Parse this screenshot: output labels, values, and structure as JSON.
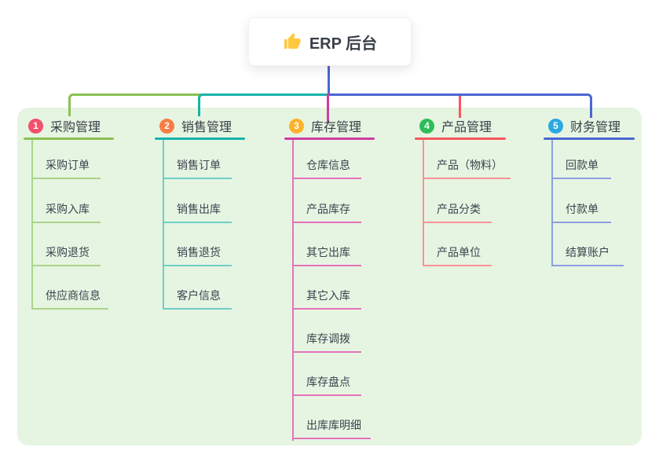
{
  "root": {
    "label": "ERP 后台",
    "icon": "thumbs-up"
  },
  "colors": {
    "root_stem": "#4A67D3",
    "panel_bg": "#E6F5E2",
    "text": "#3C434E",
    "thumb_icon": "#FFC83D"
  },
  "branches": [
    {
      "num": "1",
      "label": "采购管理",
      "line_color": "#8CC152",
      "child_line_color": "#ABD489",
      "badge_color": "#F1516B",
      "children": [
        "采购订单",
        "采购入库",
        "采购退货",
        "供应商信息"
      ]
    },
    {
      "num": "2",
      "label": "销售管理",
      "line_color": "#17B3AB",
      "child_line_color": "#6FCEC7",
      "badge_color": "#F97C45",
      "children": [
        "销售订单",
        "销售出库",
        "销售退货",
        "客户信息"
      ]
    },
    {
      "num": "3",
      "label": "库存管理",
      "line_color": "#CE3E9F",
      "child_line_color": "#E573BD",
      "badge_color": "#FBB32B",
      "children": [
        "仓库信息",
        "产品库存",
        "其它出库",
        "其它入库",
        "库存调拨",
        "库存盘点",
        "出库库明细"
      ]
    },
    {
      "num": "4",
      "label": "产品管理",
      "line_color": "#F8565E",
      "child_line_color": "#FA9296",
      "badge_color": "#2EBD59",
      "children": [
        "产品（物料）",
        "产品分类",
        "产品单位"
      ]
    },
    {
      "num": "5",
      "label": "财务管理",
      "line_color": "#4A67D3",
      "child_line_color": "#8E9FE2",
      "badge_color": "#2BA9E1",
      "children": [
        "回款单",
        "付款单",
        "结算账户"
      ]
    }
  ]
}
